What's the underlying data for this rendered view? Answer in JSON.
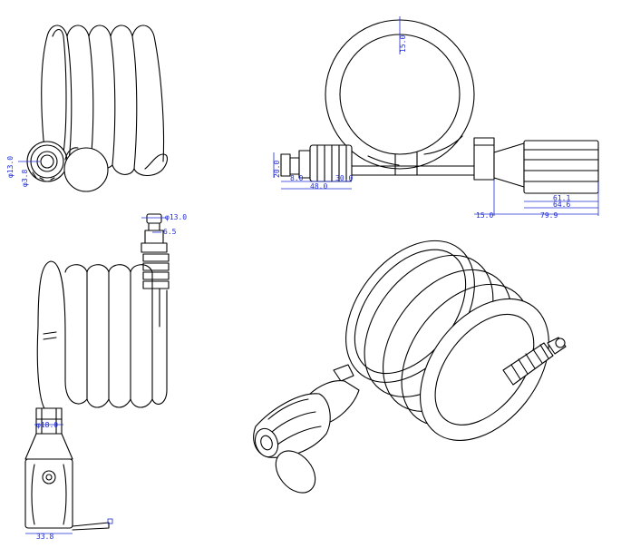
{
  "views": {
    "front": {
      "dims": {
        "outer_d": "φ13.0",
        "inner_d": "φ3.8"
      }
    },
    "top": {
      "dims": {
        "tube_d": "15.0",
        "nozzle_d": "20.0",
        "nozzle_a": "8.0",
        "nozzle_b": "30.0",
        "nozzle_len": "48.0",
        "handle_a": "61.1",
        "handle_b": "64.6",
        "handle_total": "79.9",
        "handle_start": "15.0"
      }
    },
    "side": {
      "dims": {
        "tip_d": "φ13.0",
        "tip_len": "6.5",
        "neck_d": "φ18.0",
        "base_w": "33.8"
      }
    },
    "iso": {}
  },
  "colors": {
    "outline": "#000000",
    "dimension": "#1f2bd6",
    "marker": "#1f2bd6"
  }
}
